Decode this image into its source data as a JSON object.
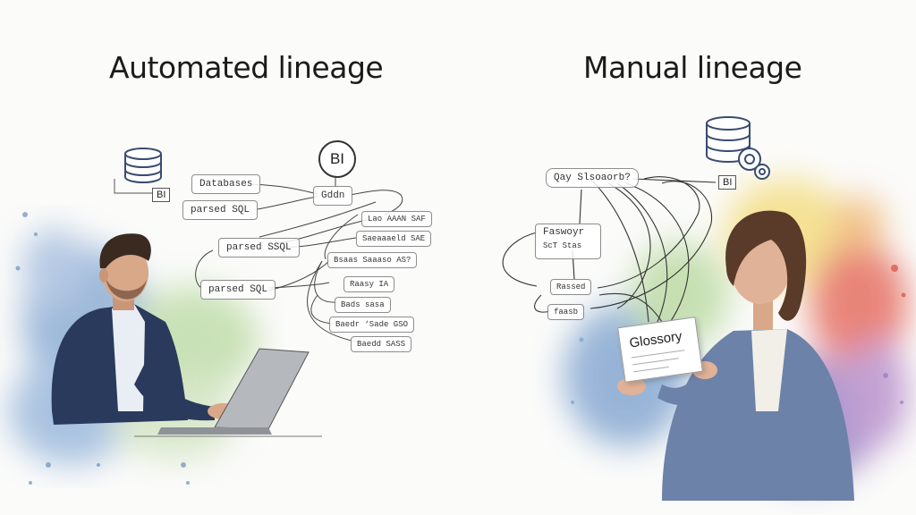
{
  "titles": {
    "automated": "Automated lineage",
    "manual": "Manual lineage"
  },
  "automated_diagram": {
    "bi": "BI",
    "db_bi": "BI",
    "nodes": [
      "Databases",
      "parsed SQL",
      "Gddn",
      "parsed SSQL",
      "parsed SQL",
      "Lao AAAN SAF",
      "Saeaaaeld SAE",
      "Bsaas Saaaso AS?",
      "Raasy IA",
      "Bads sasa",
      "Baedr ‘Sade GSO",
      "Baedd SASS"
    ]
  },
  "manual_diagram": {
    "bi": "BI",
    "nodes": [
      "Qay Slsoaorb?",
      "Faswoyr",
      "ScT Stas",
      "Rassed",
      "faasb"
    ],
    "glossary": "Glossory"
  },
  "colors": {
    "suit": "#2a3a5c",
    "skin": "#d9a889",
    "hair_man": "#3a2a20",
    "hair_woman": "#5a3a28",
    "laptop": "#b5b8bd",
    "wash_blue": "#7fa3cf",
    "wash_green": "#b9d9a0",
    "wash_yellow": "#f3dc7c",
    "wash_red": "#e4685a",
    "wash_purple": "#9a7fc4"
  }
}
